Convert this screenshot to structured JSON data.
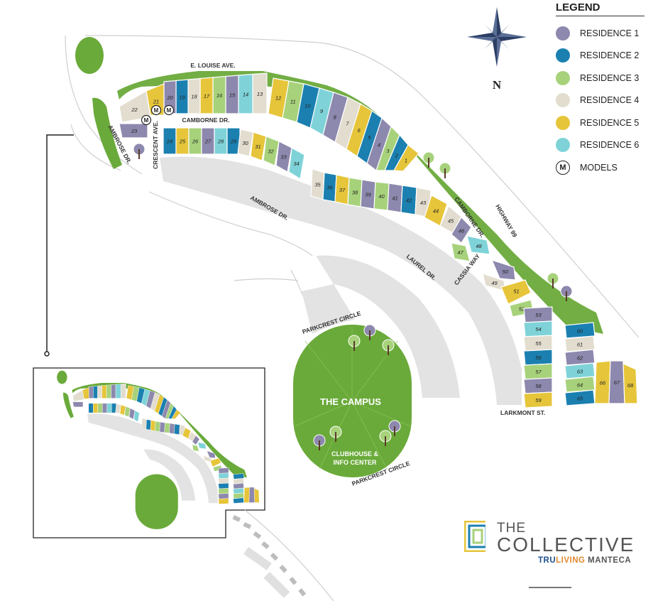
{
  "colors": {
    "residence_1": "#8d88ad",
    "residence_2": "#1b80b0",
    "residence_3": "#a7d27b",
    "residence_4": "#e2ddcf",
    "residence_5": "#e6c53a",
    "residence_6": "#7fd3d8",
    "park": "#6aaa3a",
    "road": "#e3e3e3"
  },
  "legend": {
    "title": "LEGEND",
    "items": [
      {
        "label": "RESIDENCE 1",
        "color": "#8d88ad"
      },
      {
        "label": "RESIDENCE 2",
        "color": "#1b80b0"
      },
      {
        "label": "RESIDENCE 3",
        "color": "#a7d27b"
      },
      {
        "label": "RESIDENCE 4",
        "color": "#e2ddcf"
      },
      {
        "label": "RESIDENCE 5",
        "color": "#e6c53a"
      },
      {
        "label": "RESIDENCE 6",
        "color": "#7fd3d8"
      }
    ],
    "models_symbol": "M",
    "models_label": "MODELS"
  },
  "compass_label": "N",
  "streets": {
    "e_louise": "E. LOUISE AVE.",
    "camborne_top": "CAMBORNE DR.",
    "ambrose_left": "AMBROSE DR.",
    "crescent": "CRESCENT AVE.",
    "ambrose_mid": "AMBROSE DR.",
    "camborne_right": "CAMBORNE DR.",
    "highway": "HIGHWAY 99",
    "laurel": "LAUREL DR.",
    "cassia": "CASSIA WAY",
    "parkcrest_top": "PARKCREST CIRCLE",
    "parkcrest_bottom": "PARKCREST CIRCLE",
    "larkmont": "LARKMONT ST."
  },
  "campus": {
    "title": "THE CAMPUS",
    "clubhouse_line1": "CLUBHOUSE &",
    "clubhouse_line2": "INFO CENTER"
  },
  "model_markers": [
    "M",
    "M",
    "M"
  ],
  "lots": [
    {
      "n": "1",
      "r": 5
    },
    {
      "n": "2",
      "r": 2
    },
    {
      "n": "3",
      "r": 3
    },
    {
      "n": "4",
      "r": 1
    },
    {
      "n": "5",
      "r": 2
    },
    {
      "n": "6",
      "r": 5
    },
    {
      "n": "7",
      "r": 4
    },
    {
      "n": "8",
      "r": 1
    },
    {
      "n": "9",
      "r": 6
    },
    {
      "n": "10",
      "r": 2
    },
    {
      "n": "11",
      "r": 3
    },
    {
      "n": "12",
      "r": 5
    },
    {
      "n": "13",
      "r": 4
    },
    {
      "n": "14",
      "r": 6
    },
    {
      "n": "15",
      "r": 1
    },
    {
      "n": "16",
      "r": 3
    },
    {
      "n": "17",
      "r": 5
    },
    {
      "n": "18",
      "r": 4
    },
    {
      "n": "19",
      "r": 2
    },
    {
      "n": "20",
      "r": 1
    },
    {
      "n": "21",
      "r": 5
    },
    {
      "n": "22",
      "r": 4
    },
    {
      "n": "23",
      "r": 1
    },
    {
      "n": "24",
      "r": 2
    },
    {
      "n": "25",
      "r": 5
    },
    {
      "n": "26",
      "r": 3
    },
    {
      "n": "27",
      "r": 1
    },
    {
      "n": "28",
      "r": 6
    },
    {
      "n": "29",
      "r": 2
    },
    {
      "n": "30",
      "r": 4
    },
    {
      "n": "31",
      "r": 5
    },
    {
      "n": "32",
      "r": 3
    },
    {
      "n": "33",
      "r": 1
    },
    {
      "n": "34",
      "r": 6
    },
    {
      "n": "35",
      "r": 4
    },
    {
      "n": "36",
      "r": 2
    },
    {
      "n": "37",
      "r": 5
    },
    {
      "n": "38",
      "r": 3
    },
    {
      "n": "39",
      "r": 1
    },
    {
      "n": "40",
      "r": 3
    },
    {
      "n": "41",
      "r": 1
    },
    {
      "n": "42",
      "r": 2
    },
    {
      "n": "43",
      "r": 4
    },
    {
      "n": "44",
      "r": 5
    },
    {
      "n": "45",
      "r": 4
    },
    {
      "n": "46",
      "r": 1
    },
    {
      "n": "47",
      "r": 3
    },
    {
      "n": "48",
      "r": 6
    },
    {
      "n": "49",
      "r": 4
    },
    {
      "n": "50",
      "r": 1
    },
    {
      "n": "51",
      "r": 5
    },
    {
      "n": "52",
      "r": 3
    },
    {
      "n": "53",
      "r": 1
    },
    {
      "n": "54",
      "r": 6
    },
    {
      "n": "55",
      "r": 4
    },
    {
      "n": "56",
      "r": 2
    },
    {
      "n": "57",
      "r": 3
    },
    {
      "n": "58",
      "r": 1
    },
    {
      "n": "59",
      "r": 5
    },
    {
      "n": "60",
      "r": 2
    },
    {
      "n": "61",
      "r": 4
    },
    {
      "n": "62",
      "r": 1
    },
    {
      "n": "63",
      "r": 6
    },
    {
      "n": "64",
      "r": 3
    },
    {
      "n": "65",
      "r": 2
    },
    {
      "n": "66",
      "r": 5
    },
    {
      "n": "67",
      "r": 1
    },
    {
      "n": "68",
      "r": 5
    }
  ],
  "brand": {
    "line1": "THE",
    "line2": "COLLECTIVE",
    "tag1": "TRU",
    "tag2": "LIVING",
    "tag3": " MANTECA"
  }
}
